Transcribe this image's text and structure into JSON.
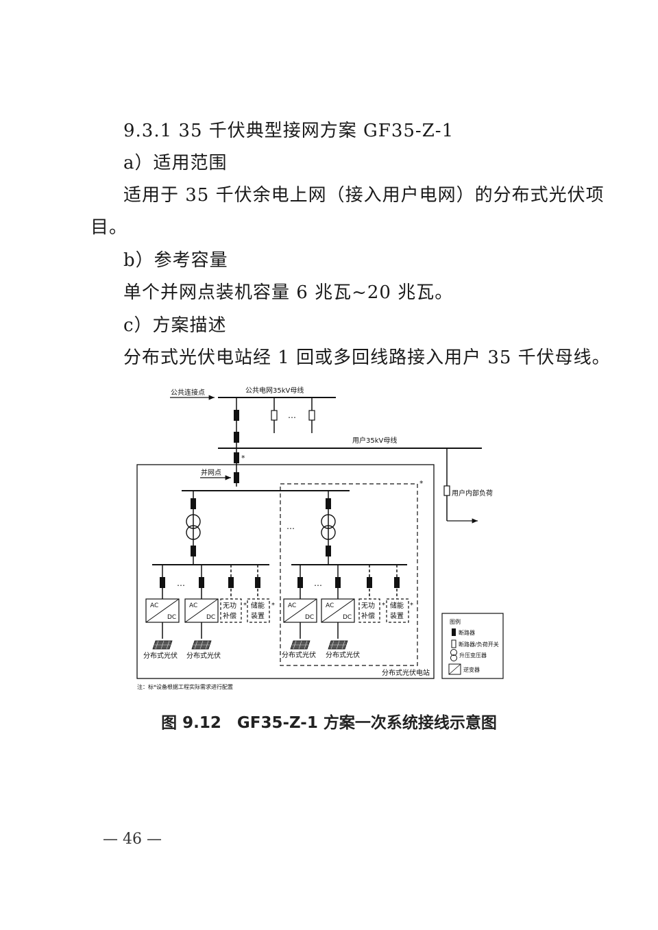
{
  "text": {
    "heading": "9.3.1 35 千伏典型接网方案 GF35-Z-1",
    "a_title": "a）适用范围",
    "a_body_1": "适用于 35 千伏余电上网（接入用户电网）的分布式光伏项",
    "a_body_2": "目。",
    "b_title": "b）参考容量",
    "b_body": "单个并网点装机容量 6 兆瓦~20 兆瓦。",
    "c_title": "c）方案描述",
    "c_body": "分布式光伏电站经 1 回或多回线路接入用户 35 千伏母线。"
  },
  "diagram": {
    "pcc": "公共连接点",
    "public_bus": "公共电网35kV母线",
    "user_bus": "用户35kV母线",
    "grid_point": "并网点",
    "user_load": "用户内部负荷",
    "ac": "AC",
    "dc": "DC",
    "reactive_1": "无功",
    "reactive_2": "补偿",
    "storage_1": "储能",
    "storage_2": "装置",
    "pv": "分布式光伏",
    "station": "分布式光伏电站",
    "ellipsis": "…",
    "star": "*",
    "note": "注：标*设备根据工程实际需求进行配置",
    "legend_title": "图例",
    "legend_breaker": "断路器",
    "legend_switch": "断路器/负荷开关",
    "legend_transformer": "升压变压器",
    "legend_inverter": "逆变器"
  },
  "caption": "图 9.12　GF35-Z-1 方案一次系统接线示意图",
  "page_number": "— 46 —"
}
